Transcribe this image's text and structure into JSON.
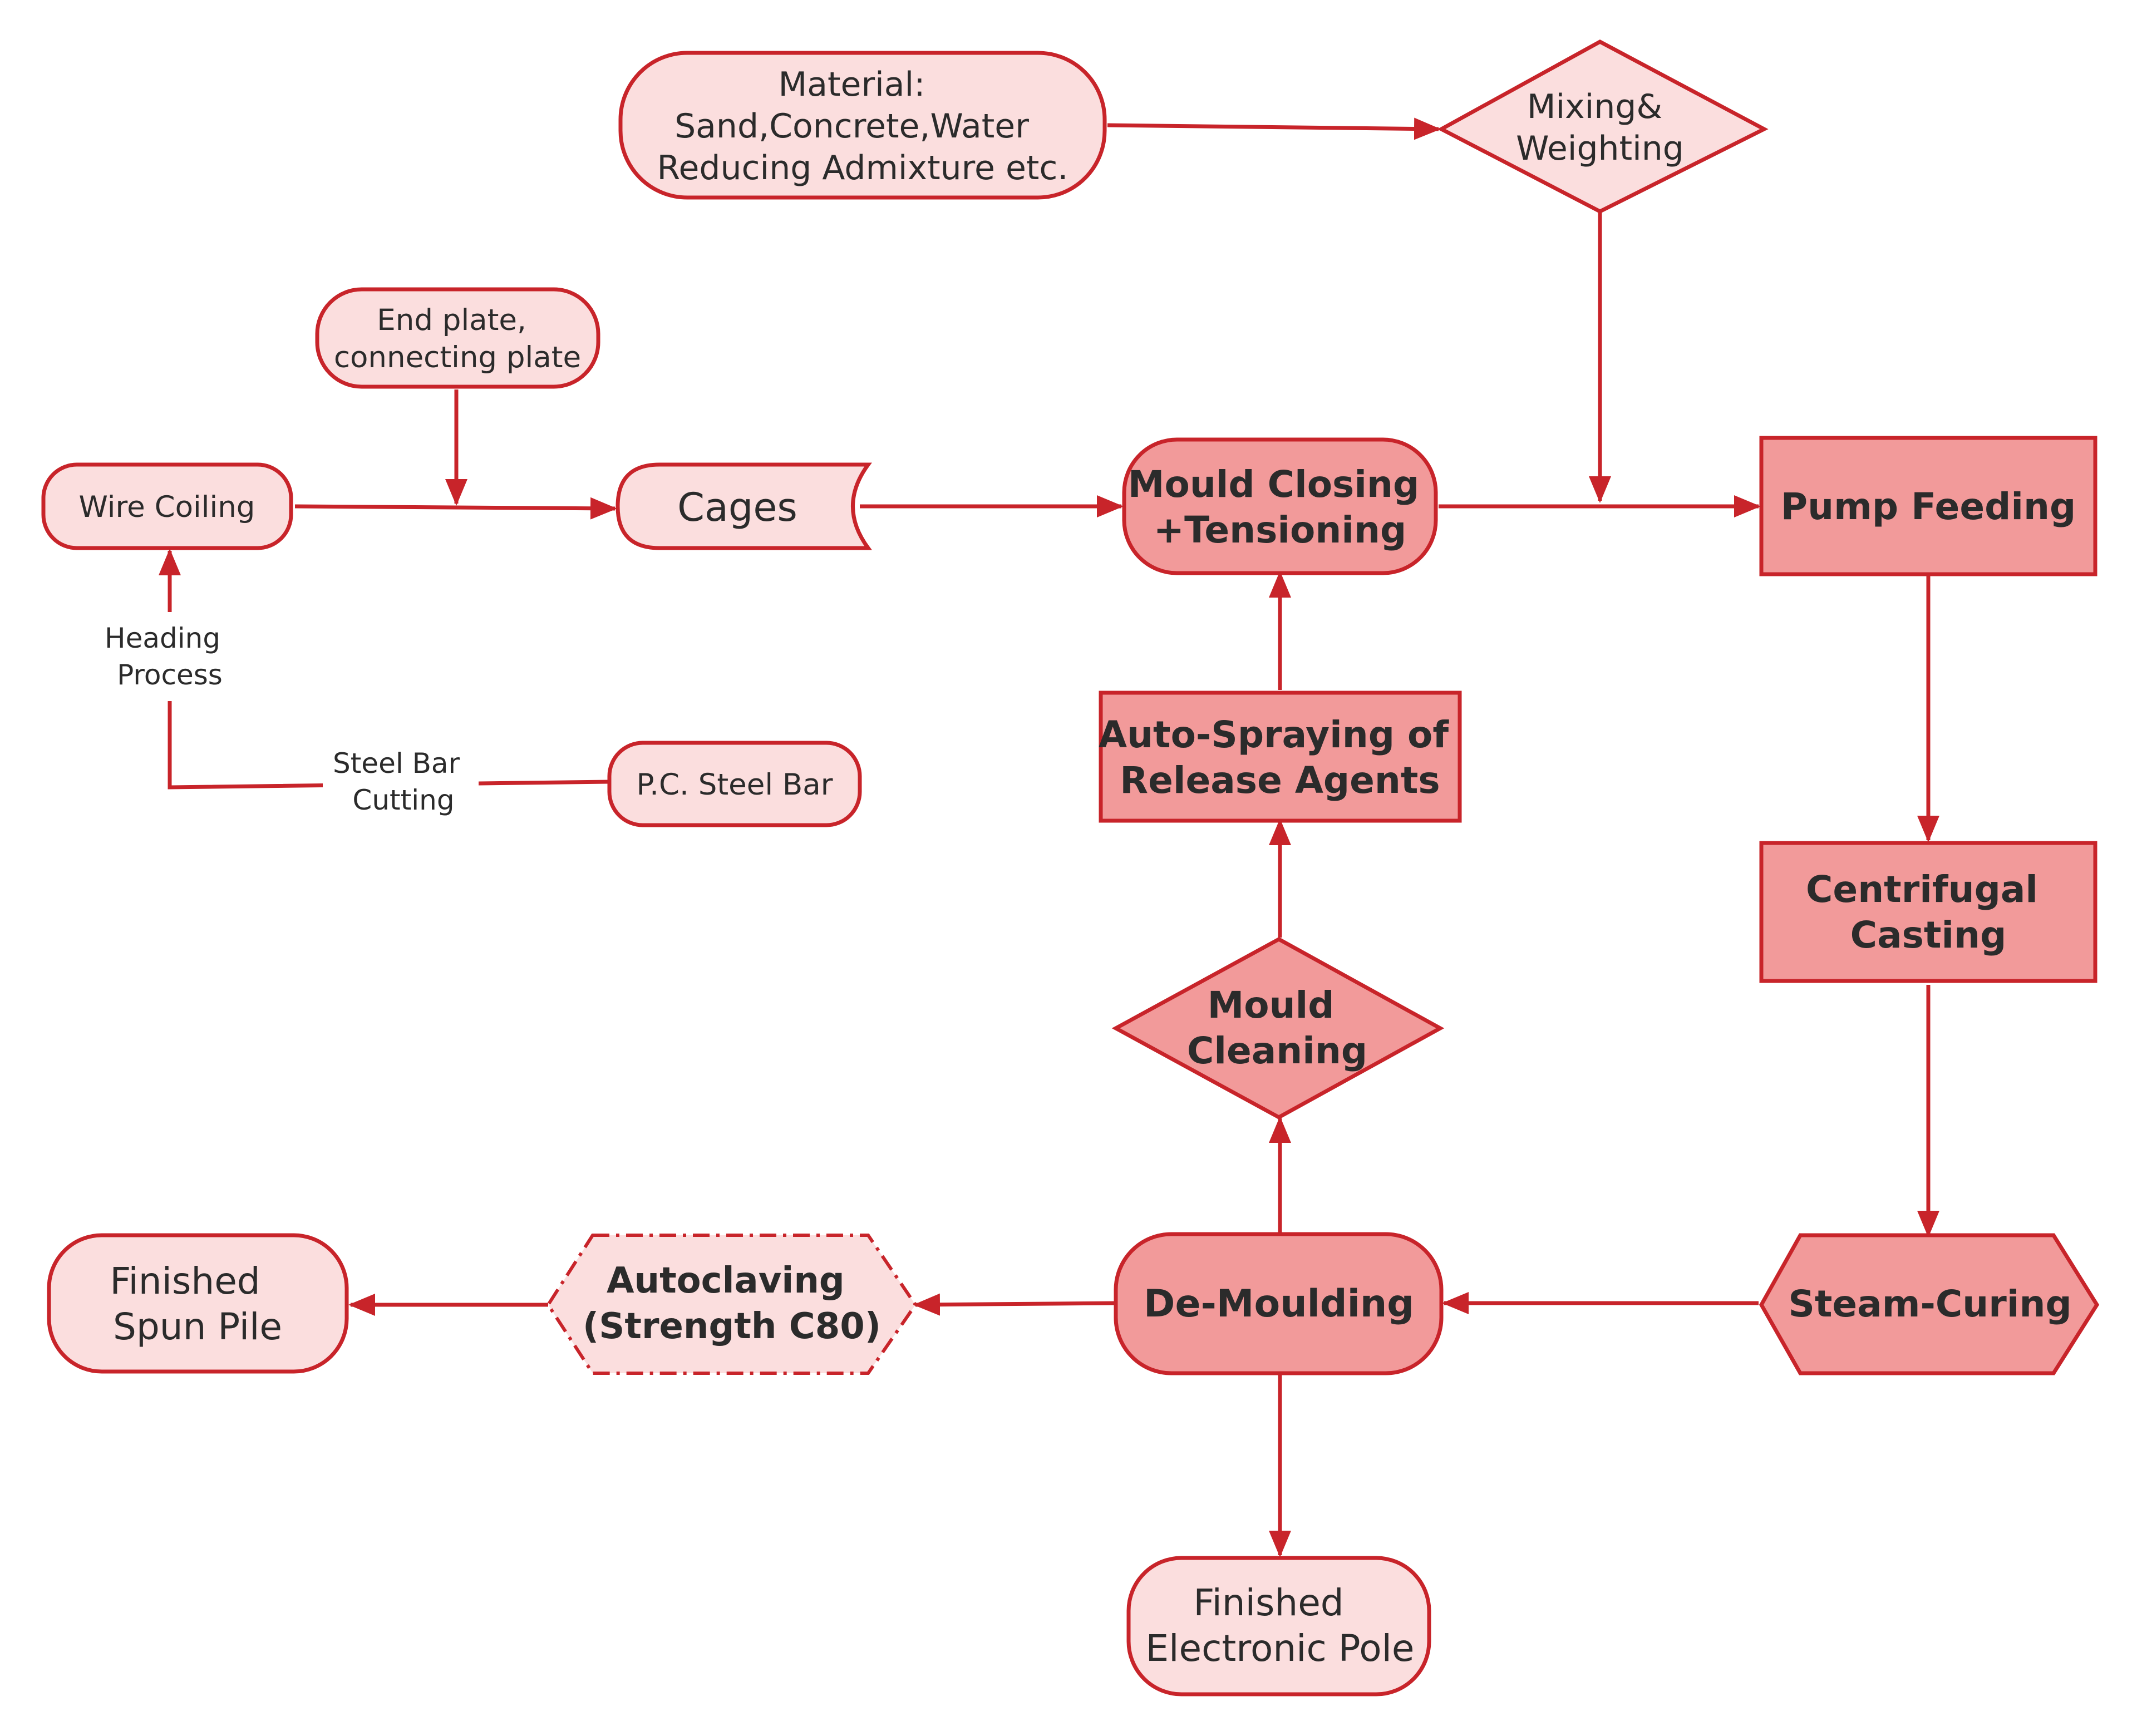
{
  "nodes": {
    "material": [
      "Material:",
      "Sand,Concrete,Water",
      "Reducing Admixture etc."
    ],
    "mixing": [
      "Mixing&",
      "Weighting"
    ],
    "end_plate": [
      "End plate,",
      "connecting plate"
    ],
    "wire_coiling": [
      "Wire Coiling"
    ],
    "cages": [
      "Cages"
    ],
    "mould_closing": [
      "Mould Closing",
      "+Tensioning"
    ],
    "pump_feeding": [
      "Pump Feeding"
    ],
    "auto_spraying": [
      "Auto-Spraying of",
      "Release Agents"
    ],
    "pc_steel_bar": [
      "P.C. Steel Bar"
    ],
    "centrifugal": [
      "Centrifugal",
      "Casting"
    ],
    "mould_cleaning": [
      "Mould",
      "Cleaning"
    ],
    "finished_spun": [
      "Finished",
      "Spun Pile"
    ],
    "autoclaving": [
      "Autoclaving",
      "(Strength C80)"
    ],
    "demoulding": [
      "De-Moulding"
    ],
    "steam_curing": [
      "Steam-Curing"
    ],
    "finished_pole": [
      "Finished",
      "Electronic Pole"
    ]
  },
  "labels": {
    "heading_process": [
      "Heading",
      "Process"
    ],
    "steel_bar_cutting": [
      "Steel Bar",
      "Cutting"
    ]
  },
  "colors": {
    "stroke": "#c8242a",
    "light_fill": "#fbdede",
    "dark_fill": "#f29a9a",
    "text": "#2b2b2b"
  }
}
